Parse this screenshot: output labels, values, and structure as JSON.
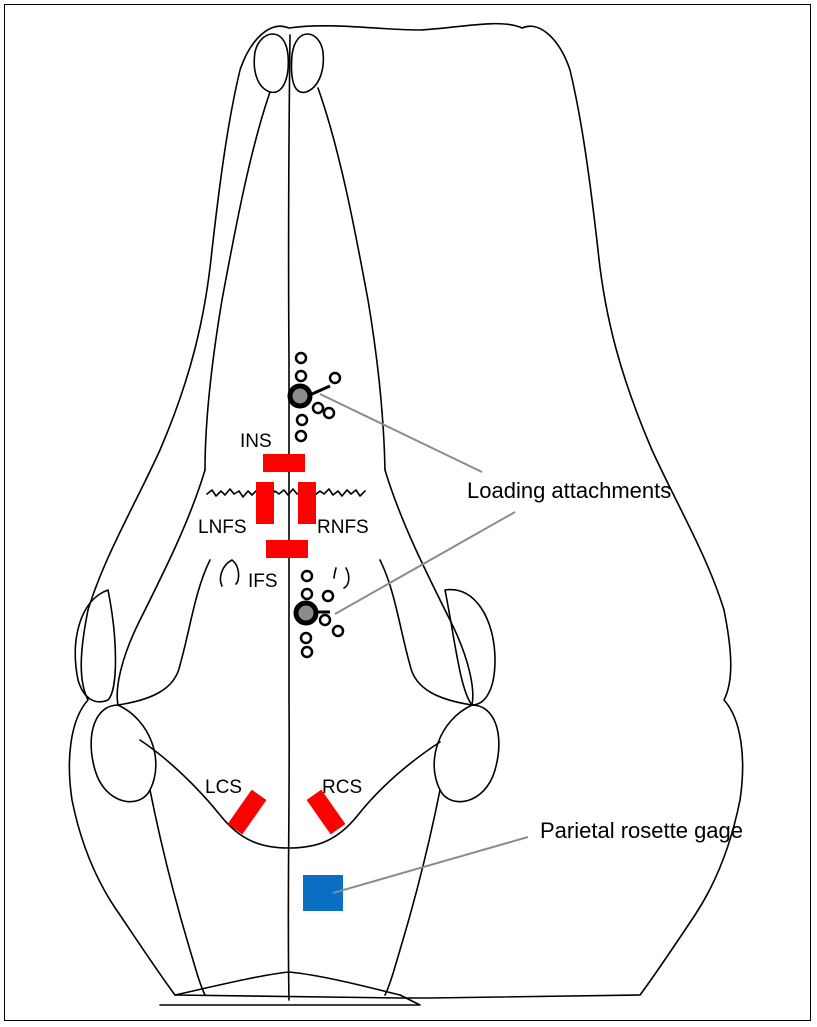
{
  "colors": {
    "gage_red": "#ff0000",
    "rosette_blue": "#0a6fc2",
    "attachment_grey": "#8c8c8c",
    "leader_grey": "#8c8c8c",
    "outline": "#000000"
  },
  "labels": {
    "ins": "INS",
    "lnfs": "LNFS",
    "rnfs": "RNFS",
    "ifs": "IFS",
    "lcs": "LCS",
    "rcs": "RCS",
    "loading_attachments": "Loading attachments",
    "parietal_rosette_gage": "Parietal rosette gage"
  }
}
